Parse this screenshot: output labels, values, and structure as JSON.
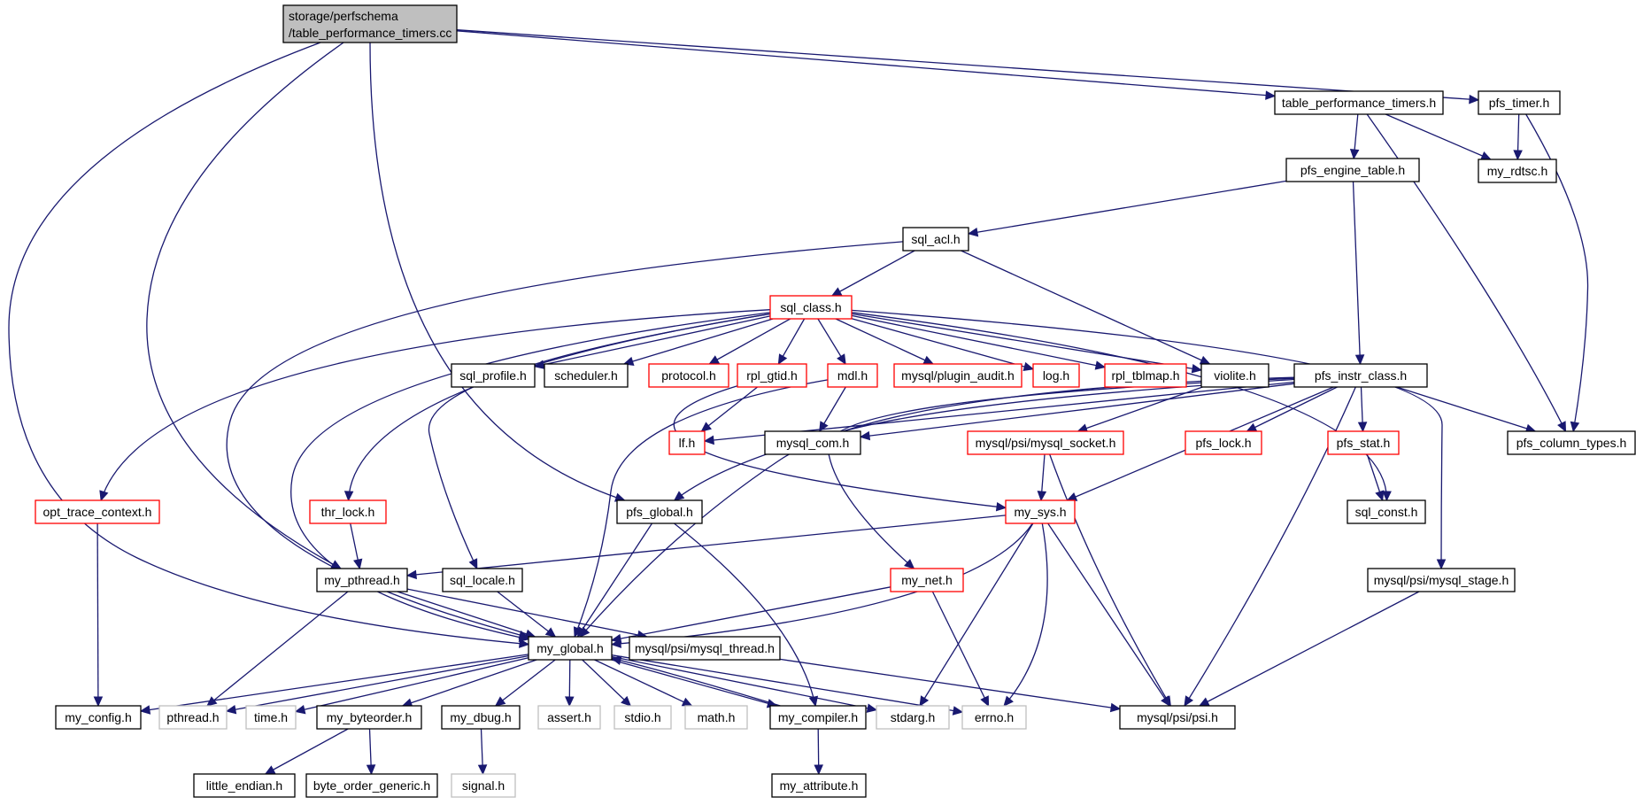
{
  "colors": {
    "edge": "#191970",
    "root_fill": "#bfbfbf",
    "normal_border": "#000000",
    "truncated_border": "#ff0000",
    "missing_border": "#bfbfbf"
  },
  "root": {
    "line1": "storage/perfschema",
    "line2": "/table_performance_timers.cc"
  },
  "nodes": [
    {
      "id": "table_performance_timers_h",
      "label": "table_performance_timers.h",
      "style": "normal"
    },
    {
      "id": "pfs_timer_h",
      "label": "pfs_timer.h",
      "style": "normal"
    },
    {
      "id": "pfs_engine_table_h",
      "label": "pfs_engine_table.h",
      "style": "normal"
    },
    {
      "id": "my_rdtsc_h",
      "label": "my_rdtsc.h",
      "style": "normal"
    },
    {
      "id": "sql_acl_h",
      "label": "sql_acl.h",
      "style": "normal"
    },
    {
      "id": "sql_class_h",
      "label": "sql_class.h",
      "style": "truncated"
    },
    {
      "id": "sql_profile_h",
      "label": "sql_profile.h",
      "style": "normal"
    },
    {
      "id": "scheduler_h",
      "label": "scheduler.h",
      "style": "normal"
    },
    {
      "id": "protocol_h",
      "label": "protocol.h",
      "style": "truncated"
    },
    {
      "id": "rpl_gtid_h",
      "label": "rpl_gtid.h",
      "style": "truncated"
    },
    {
      "id": "mdl_h",
      "label": "mdl.h",
      "style": "truncated"
    },
    {
      "id": "mysql_plugin_audit_h",
      "label": "mysql/plugin_audit.h",
      "style": "truncated"
    },
    {
      "id": "log_h",
      "label": "log.h",
      "style": "truncated"
    },
    {
      "id": "rpl_tblmap_h",
      "label": "rpl_tblmap.h",
      "style": "truncated"
    },
    {
      "id": "violite_h",
      "label": "violite.h",
      "style": "normal"
    },
    {
      "id": "pfs_instr_class_h",
      "label": "pfs_instr_class.h",
      "style": "normal"
    },
    {
      "id": "pfs_column_types_h",
      "label": "pfs_column_types.h",
      "style": "normal"
    },
    {
      "id": "lf_h",
      "label": "lf.h",
      "style": "truncated"
    },
    {
      "id": "mysql_com_h",
      "label": "mysql_com.h",
      "style": "normal"
    },
    {
      "id": "mysql_psi_mysql_socket_h",
      "label": "mysql/psi/mysql_socket.h",
      "style": "truncated"
    },
    {
      "id": "pfs_lock_h",
      "label": "pfs_lock.h",
      "style": "truncated"
    },
    {
      "id": "pfs_stat_h",
      "label": "pfs_stat.h",
      "style": "truncated"
    },
    {
      "id": "opt_trace_context_h",
      "label": "opt_trace_context.h",
      "style": "truncated"
    },
    {
      "id": "thr_lock_h",
      "label": "thr_lock.h",
      "style": "truncated"
    },
    {
      "id": "pfs_global_h",
      "label": "pfs_global.h",
      "style": "normal"
    },
    {
      "id": "my_sys_h",
      "label": "my_sys.h",
      "style": "truncated"
    },
    {
      "id": "sql_const_h",
      "label": "sql_const.h",
      "style": "normal"
    },
    {
      "id": "my_pthread_h",
      "label": "my_pthread.h",
      "style": "normal"
    },
    {
      "id": "sql_locale_h",
      "label": "sql_locale.h",
      "style": "normal"
    },
    {
      "id": "my_net_h",
      "label": "my_net.h",
      "style": "truncated"
    },
    {
      "id": "mysql_psi_mysql_stage_h",
      "label": "mysql/psi/mysql_stage.h",
      "style": "normal"
    },
    {
      "id": "my_global_h",
      "label": "my_global.h",
      "style": "normal"
    },
    {
      "id": "mysql_psi_mysql_thread_h",
      "label": "mysql/psi/mysql_thread.h",
      "style": "normal"
    },
    {
      "id": "my_config_h",
      "label": "my_config.h",
      "style": "normal"
    },
    {
      "id": "pthread_h",
      "label": "pthread.h",
      "style": "missing"
    },
    {
      "id": "time_h",
      "label": "time.h",
      "style": "missing"
    },
    {
      "id": "my_byteorder_h",
      "label": "my_byteorder.h",
      "style": "normal"
    },
    {
      "id": "my_dbug_h",
      "label": "my_dbug.h",
      "style": "normal"
    },
    {
      "id": "assert_h",
      "label": "assert.h",
      "style": "missing"
    },
    {
      "id": "stdio_h",
      "label": "stdio.h",
      "style": "missing"
    },
    {
      "id": "math_h",
      "label": "math.h",
      "style": "missing"
    },
    {
      "id": "my_compiler_h",
      "label": "my_compiler.h",
      "style": "normal"
    },
    {
      "id": "stdarg_h",
      "label": "stdarg.h",
      "style": "missing"
    },
    {
      "id": "errno_h",
      "label": "errno.h",
      "style": "missing"
    },
    {
      "id": "mysql_psi_psi_h",
      "label": "mysql/psi/psi.h",
      "style": "normal"
    },
    {
      "id": "little_endian_h",
      "label": "little_endian.h",
      "style": "normal"
    },
    {
      "id": "byte_order_generic_h",
      "label": "byte_order_generic.h",
      "style": "normal"
    },
    {
      "id": "signal_h",
      "label": "signal.h",
      "style": "missing"
    },
    {
      "id": "my_attribute_h",
      "label": "my_attribute.h",
      "style": "normal"
    }
  ]
}
